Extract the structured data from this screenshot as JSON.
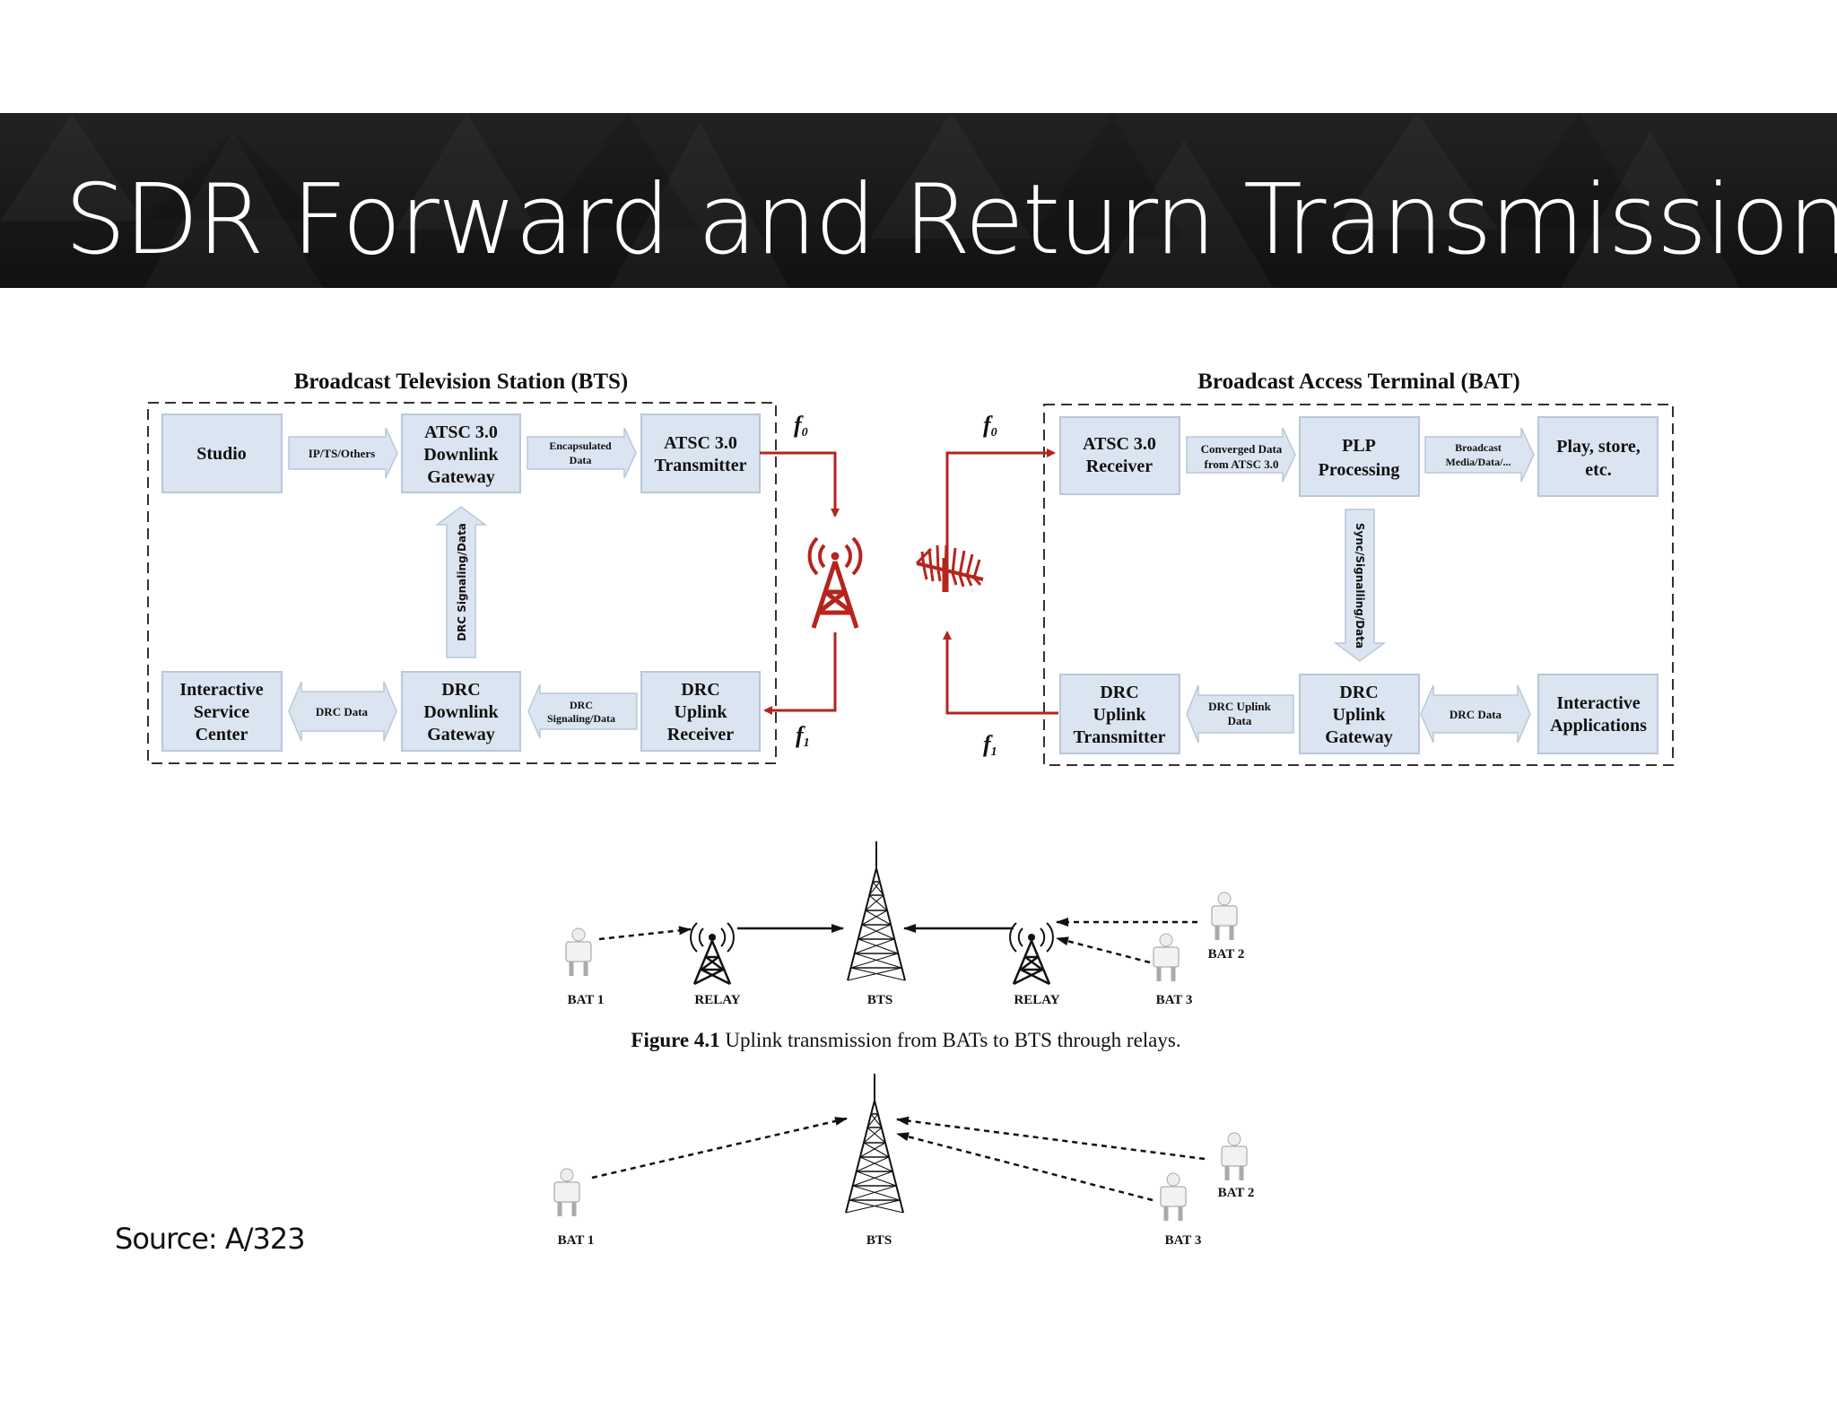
{
  "title": "SDR Forward and Return Transmission",
  "source": "Source: A/323",
  "bts": {
    "title": "Broadcast Television Station (BTS)",
    "studio": [
      "Studio"
    ],
    "downlink_gateway": [
      "ATSC 3.0",
      "Downlink",
      "Gateway"
    ],
    "transmitter": [
      "ATSC 3.0",
      "Transmitter"
    ],
    "interactive_service_center": [
      "Interactive",
      "Service",
      "Center"
    ],
    "drc_downlink_gateway": [
      "DRC",
      "Downlink",
      "Gateway"
    ],
    "drc_uplink_receiver": [
      "DRC",
      "Uplink",
      "Receiver"
    ],
    "arrow_ip": [
      "IP/TS/Others"
    ],
    "arrow_encapsulated": [
      "Encapsulated",
      "Data"
    ],
    "arrow_drc_signaling": "DRC Signaling/Data",
    "arrow_drc_data": [
      "DRC Data"
    ],
    "arrow_drc_signaling_data": [
      "DRC",
      "Signaling/Data"
    ]
  },
  "bat": {
    "title": "Broadcast Access Terminal (BAT)",
    "receiver": [
      "ATSC 3.0",
      "Receiver"
    ],
    "plp_processing": [
      "PLP",
      "Processing"
    ],
    "play_store": [
      "Play, store,",
      "etc."
    ],
    "drc_uplink_transmitter": [
      "DRC",
      "Uplink",
      "Transmitter"
    ],
    "drc_uplink_gateway": [
      "DRC",
      "Uplink",
      "Gateway"
    ],
    "interactive_applications": [
      "Interactive",
      "Applications"
    ],
    "arrow_converged": [
      "Converged Data",
      "from ATSC 3.0"
    ],
    "arrow_broadcast": [
      "Broadcast",
      "Media/Data/..."
    ],
    "arrow_sync": "Sync/Signalling/Data",
    "arrow_drc_uplink_data": [
      "DRC Uplink",
      "Data"
    ],
    "arrow_drc_data": [
      "DRC Data"
    ]
  },
  "freq": {
    "f0": "f",
    "f0_sub": "0",
    "f1": "f",
    "f1_sub": "1"
  },
  "figure_relay": {
    "labels": {
      "bat1": "BAT 1",
      "relay_left": "RELAY",
      "bts": "BTS",
      "relay_right": "RELAY",
      "bat3": "BAT 3",
      "bat2": "BAT 2"
    },
    "caption_bold": "Figure 4.1",
    "caption_text": " Uplink transmission from BATs to BTS through relays."
  },
  "figure_direct": {
    "labels": {
      "bat1": "BAT 1",
      "bts": "BTS",
      "bat3": "BAT 3",
      "bat2": "BAT 2"
    }
  },
  "colors": {
    "accent_red": "#b5251d",
    "box_fill": "#dbe5f1",
    "banner": "#151515"
  }
}
